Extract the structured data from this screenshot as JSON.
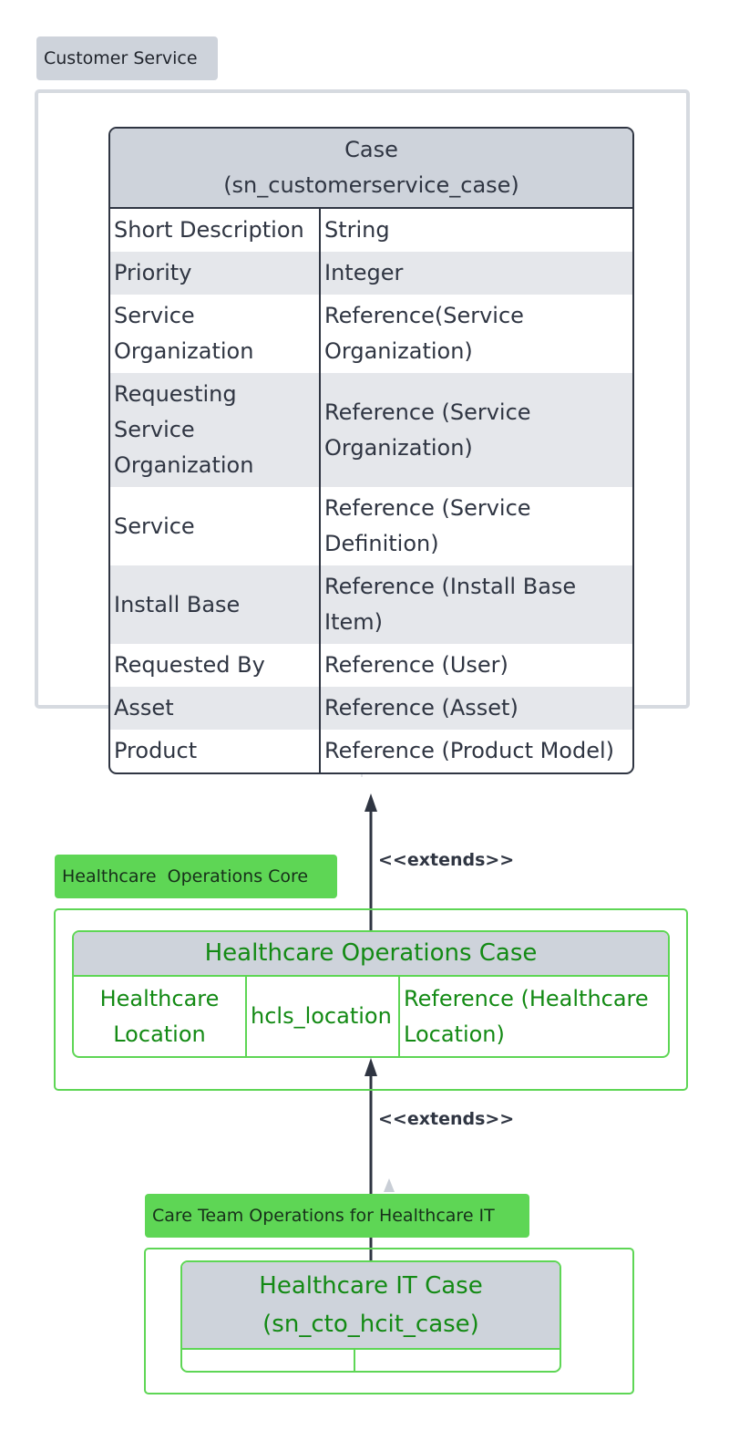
{
  "customer_service": {
    "package_label": "Customer Service",
    "case": {
      "title_line1": "Case",
      "title_line2": "(sn_customerservice_case)",
      "rows": [
        {
          "name": "Short Description",
          "type": "String"
        },
        {
          "name": "Priority",
          "type": "Integer"
        },
        {
          "name": "Service Organization",
          "type": "Reference(Service Organization)"
        },
        {
          "name": "Requesting Service Organization",
          "type": "Reference (Service Organization)"
        },
        {
          "name": "Service",
          "type": "Reference (Service Definition)"
        },
        {
          "name": "Install Base",
          "type": "Reference (Install Base Item)"
        },
        {
          "name": "Requested By",
          "type": "Reference (User)"
        },
        {
          "name": "Asset",
          "type": "Reference (Asset)"
        },
        {
          "name": "Product",
          "type": "Reference (Product Model)"
        }
      ]
    }
  },
  "relation_1": "<<extends>>",
  "healthcare_ops_core": {
    "package_label": "Healthcare  Operations Core",
    "case": {
      "title": "Healthcare Operations Case",
      "field_label": "Healthcare Location",
      "field_name": "hcls_location",
      "field_type": "Reference (Healthcare Location)"
    }
  },
  "relation_2": "<<extends>>",
  "care_team_ops": {
    "package_label": "Care Team Operations for Healthcare IT",
    "case": {
      "title_line1": "Healthcare IT Case",
      "title_line2": "(sn_cto_hcit_case)"
    }
  },
  "colors": {
    "dark": "#2f3542",
    "header_grey": "#ced3db",
    "green_accent": "#5ed655",
    "green_text": "#138a14"
  }
}
